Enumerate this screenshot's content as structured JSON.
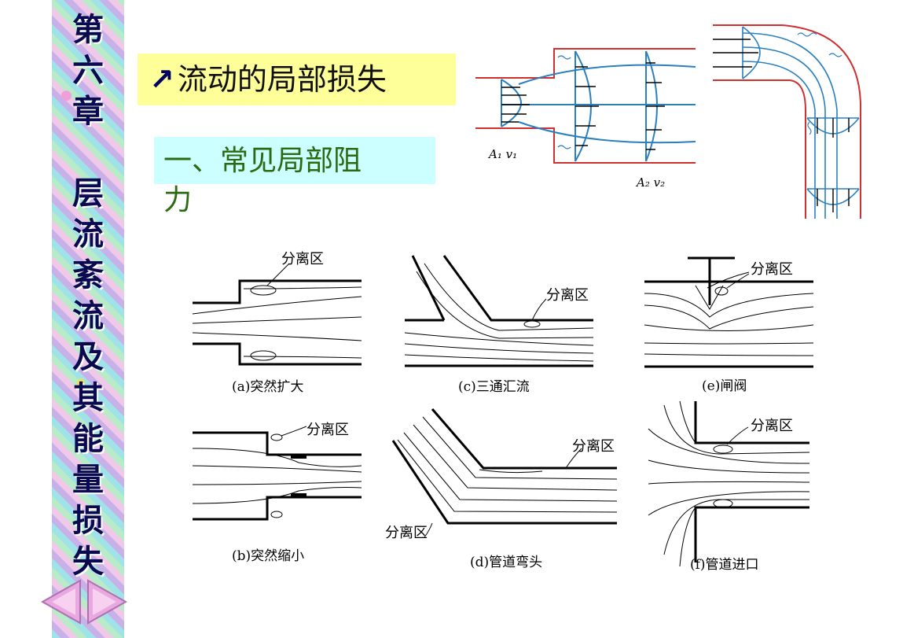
{
  "sidebar": {
    "chapter_chars": [
      "第",
      "六",
      "章"
    ],
    "title_chars": [
      "层",
      "流",
      "紊",
      "流",
      "及",
      "其",
      "能",
      "量",
      "损",
      "失"
    ]
  },
  "nav": {
    "prev_icon": "triangle-left-icon",
    "next_icon": "triangle-right-icon"
  },
  "slide": {
    "title": "流动的局部损失",
    "subtitle_line1": "一、常见局部阻",
    "subtitle_line2": "力"
  },
  "top_figures": {
    "expansion_label_left": "A₁ v₁",
    "expansion_label_right": "A₂ v₂"
  },
  "figures": {
    "separation_label": "分离区",
    "captions": {
      "a": "(a)突然扩大",
      "b": "(b)突然缩小",
      "c": "(c)三通汇流",
      "d": "(d)管道弯头",
      "e": "(e)闸阀",
      "f": "(f)管道进口"
    }
  },
  "colors": {
    "title_bg": "#ffff99",
    "subtitle_bg": "#ccffff",
    "subtitle_text": "#2a6a10",
    "flow_blue": "#2a7fbf",
    "wall_red": "#d03030"
  }
}
